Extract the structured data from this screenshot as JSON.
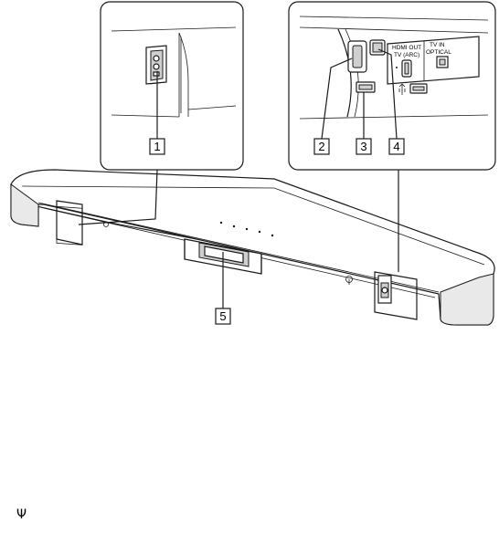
{
  "callouts": [
    {
      "id": "1",
      "label": "1"
    },
    {
      "id": "2",
      "label": "2"
    },
    {
      "id": "3",
      "label": "3"
    },
    {
      "id": "4",
      "label": "4"
    },
    {
      "id": "5",
      "label": "5"
    }
  ],
  "panel_labels": {
    "hdmi_out": "HDMI OUT",
    "tv_arc": "TV (ARC)",
    "tv_in": "TV IN",
    "optical": "OPTICAL"
  },
  "footer": {
    "usb_symbol": "Ψ"
  },
  "colors": {
    "line": "#1a1a1a",
    "panel_gray": "#cfcfcf",
    "background": "#ffffff"
  },
  "icons": [
    "usb-icon",
    "hdmi-port-icon",
    "optical-port-icon",
    "wall-mount-hole-icon"
  ]
}
